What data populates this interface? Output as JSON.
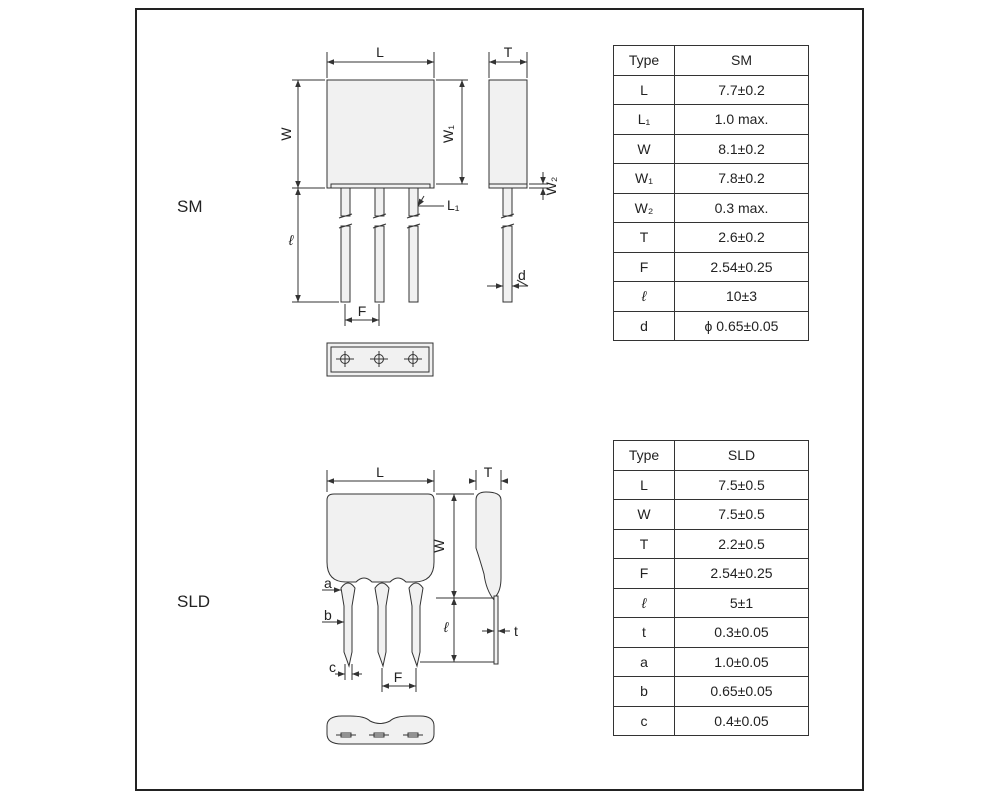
{
  "sections": {
    "sm": {
      "label": "SM"
    },
    "sld": {
      "label": "SLD"
    }
  },
  "drawing_labels": {
    "sm": {
      "L": "L",
      "T": "T",
      "W": "W",
      "W1": "W₁",
      "W2": "W₂",
      "L1": "L₁",
      "ell": "ℓ",
      "F": "F",
      "d": "d"
    },
    "sld": {
      "L": "L",
      "T": "T",
      "W": "W",
      "ell": "ℓ",
      "a": "a",
      "b": "b",
      "c": "c",
      "t": "t",
      "F": "F"
    }
  },
  "tables": {
    "sm": {
      "header": [
        "Type",
        "SM"
      ],
      "rows": [
        [
          "L",
          "7.7±0.2"
        ],
        [
          "L₁",
          "1.0 max."
        ],
        [
          "W",
          "8.1±0.2"
        ],
        [
          "W₁",
          "7.8±0.2"
        ],
        [
          "W₂",
          "0.3 max."
        ],
        [
          "T",
          "2.6±0.2"
        ],
        [
          "F",
          "2.54±0.25"
        ],
        [
          "ℓ",
          "10±3"
        ],
        [
          "d",
          "ϕ 0.65±0.05"
        ]
      ]
    },
    "sld": {
      "header": [
        "Type",
        "SLD"
      ],
      "rows": [
        [
          "L",
          "7.5±0.5"
        ],
        [
          "W",
          "7.5±0.5"
        ],
        [
          "T",
          "2.2±0.5"
        ],
        [
          "F",
          "2.54±0.25"
        ],
        [
          "ℓ",
          "5±1"
        ],
        [
          "t",
          "0.3±0.05"
        ],
        [
          "a",
          "1.0±0.05"
        ],
        [
          "b",
          "0.65±0.05"
        ],
        [
          "c",
          "0.4±0.05"
        ]
      ]
    }
  },
  "colors": {
    "body_fill": "#f1f1f1",
    "line": "#333333"
  }
}
